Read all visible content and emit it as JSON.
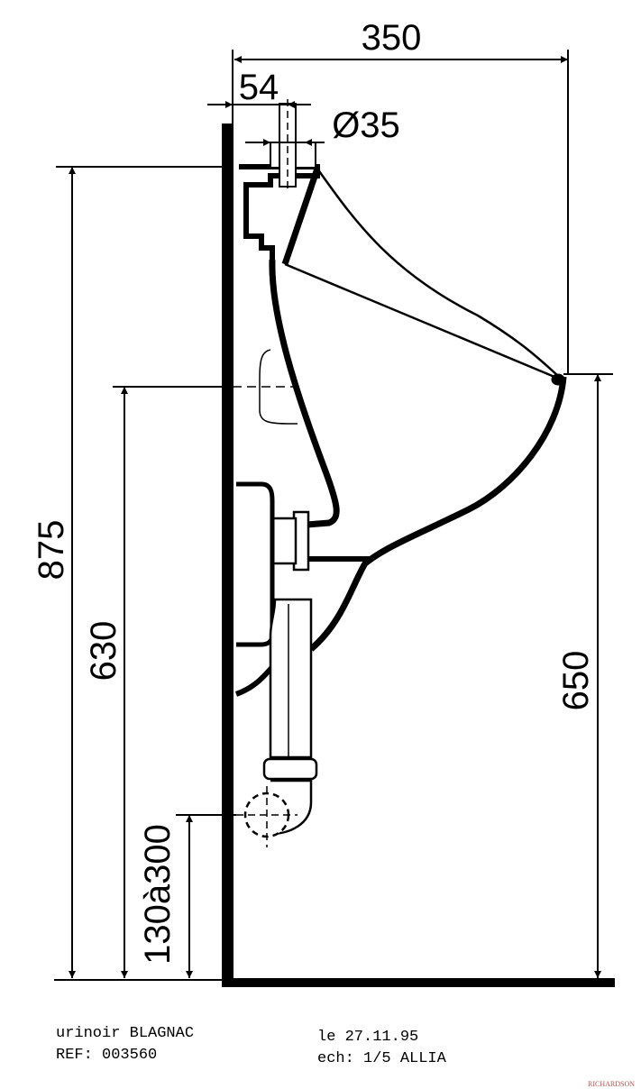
{
  "dimensions": {
    "width_350": "350",
    "width_54": "54",
    "diameter_35": "Ø35",
    "height_875": "875",
    "height_630": "630",
    "height_650": "650",
    "height_130_300": "130à300"
  },
  "caption": {
    "product": "urinoir BLAGNAC",
    "ref": "REF: 003560",
    "date": "le 27.11.95",
    "scale": "ech: 1/5 ALLIA"
  },
  "watermark": {
    "text": "RICHARDSON"
  }
}
